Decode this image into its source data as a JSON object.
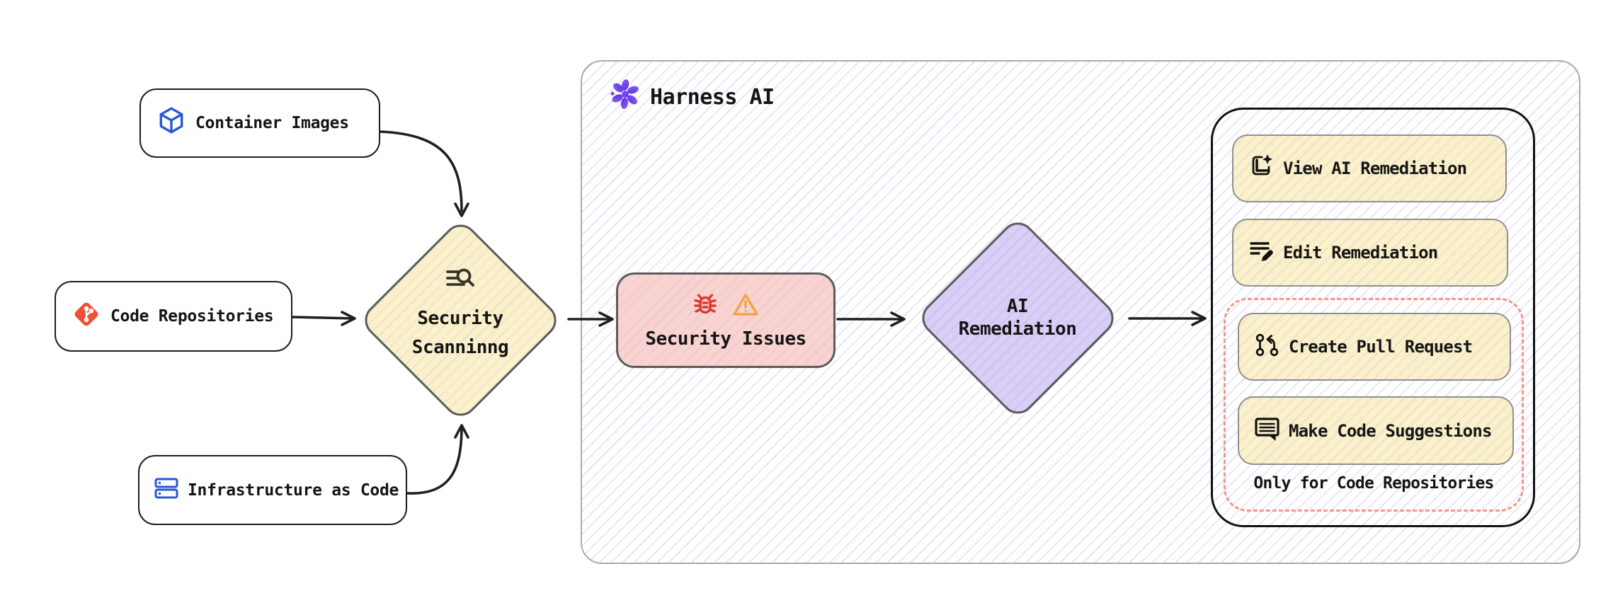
{
  "diagram": {
    "sources": [
      {
        "label": "Container Images",
        "icon": "container-cube-icon"
      },
      {
        "label": "Code Repositories",
        "icon": "git-icon"
      },
      {
        "label": "Infrastructure as Code",
        "icon": "server-stack-icon"
      }
    ],
    "scanner": {
      "line1": "Security",
      "line2": "Scanninng",
      "icon": "scan-search-icon"
    },
    "harness_group": {
      "title": "Harness AI",
      "icon": "harness-ai-flower-icon"
    },
    "security_issues": {
      "label": "Security Issues",
      "icons": [
        "bug-icon",
        "warning-triangle-icon"
      ]
    },
    "ai_remediation": {
      "line1": "AI",
      "line2": "Remediation"
    },
    "action_panel": {
      "items": [
        {
          "label": "View AI Remediation",
          "icon": "view-document-sparkle-icon"
        },
        {
          "label": "Edit Remediation",
          "icon": "edit-list-pencil-icon"
        }
      ],
      "repo_only_items": [
        {
          "label": "Create Pull Request",
          "icon": "pull-request-icon"
        },
        {
          "label": "Make Code Suggestions",
          "icon": "code-suggestion-chat-icon"
        }
      ],
      "repo_only_note": "Only for Code Repositories"
    },
    "colors": {
      "node_yellow": "#FAF1CB",
      "node_pink": "#F8D3D0",
      "node_purple": "#D9CEF6",
      "hatch_line": "#E3E0F6",
      "dashed_red": "#F2978A",
      "git_red": "#F05033",
      "icon_blue": "#2757D6",
      "harness_purple": "#6B3BF5",
      "bug_red": "#DC3B30",
      "warning_orange": "#EFA23F",
      "arrow_black": "#1F1F1F",
      "border_gray": "#ABABAB"
    }
  }
}
